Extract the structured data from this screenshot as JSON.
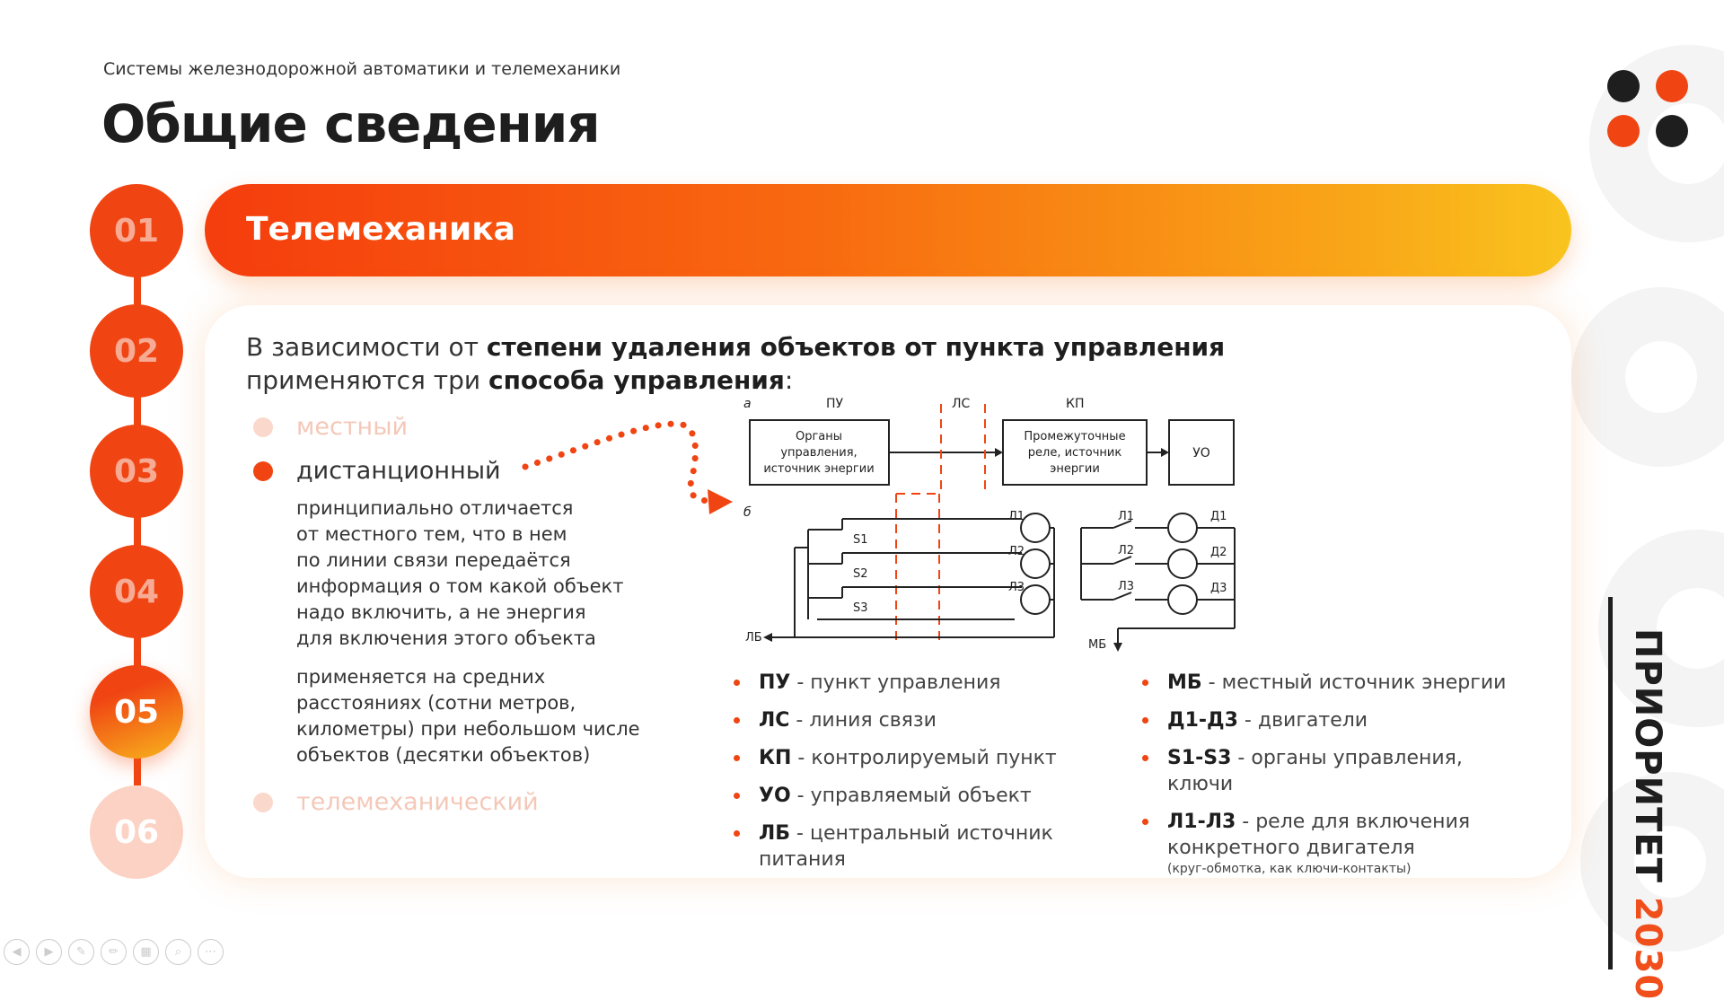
{
  "header": {
    "subtitle": "Системы железнодорожной автоматики и телемеханики",
    "title": "Общие сведения",
    "section": "Телемеханика"
  },
  "brand": {
    "word": "ПРИОРИТЕТ",
    "year": "2030"
  },
  "colors": {
    "accent": "#f04513",
    "dark": "#1e1e1e",
    "gradient_end": "#f9c41e"
  },
  "steps": [
    "01",
    "02",
    "03",
    "04",
    "05",
    "06"
  ],
  "active_step": "05",
  "intro": {
    "p1": "В зависимости от ",
    "b1": "степени удаления объектов от пункта управления",
    "p2": " применяются три ",
    "b2": "способа управления",
    "p3": ":"
  },
  "options": {
    "local": "местный",
    "remote": "дистанционный",
    "telemech": "телемеханический"
  },
  "remote_desc": {
    "lines1": [
      "принципиально отличается",
      "от местного тем, что в нем",
      "по линии связи передаётся",
      "информация о том какой объект",
      "надо включить, а не энергия",
      "для включения этого объекта"
    ],
    "lines2": [
      "применяется на средних",
      "расстояниях (сотни метров,",
      "километры) при небольшом числе",
      "объектов (десятки объектов)"
    ]
  },
  "diagram": {
    "label_a": "а",
    "label_b": "б",
    "pu": "ПУ",
    "ls": "ЛС",
    "kp": "КП",
    "box1": [
      "Органы",
      "управления,",
      "источник энергии"
    ],
    "box2": [
      "Промежуточные",
      "реле, источник",
      "энергии"
    ],
    "box3": "УО",
    "s": [
      "S1",
      "S2",
      "S3"
    ],
    "l": [
      "Л1",
      "Л2",
      "Л3"
    ],
    "d": [
      "Д1",
      "Д2",
      "Д3"
    ],
    "lb": "ЛБ",
    "mb": "МБ"
  },
  "legend_left": [
    {
      "abbr": "ПУ",
      "text": " - пункт управления"
    },
    {
      "abbr": "ЛС",
      "text": " - линия связи"
    },
    {
      "abbr": "КП",
      "text": " - контролируемый пункт"
    },
    {
      "abbr": "УО",
      "text": " - управляемый объект"
    },
    {
      "abbr": "ЛБ",
      "text": " - центральный источник питания"
    }
  ],
  "legend_right": [
    {
      "abbr": "МБ",
      "text": " - местный источник энергии"
    },
    {
      "abbr": "Д1-Д3",
      "text": " - двигатели"
    },
    {
      "abbr": "S1-S3",
      "text": " - органы управления, ключи"
    },
    {
      "abbr": "Л1-Л3",
      "text": " - реле для включения"
    }
  ],
  "legend_right_cont": "конкретного двигателя",
  "legend_note": "(круг-обмотка, как ключи-контакты)"
}
